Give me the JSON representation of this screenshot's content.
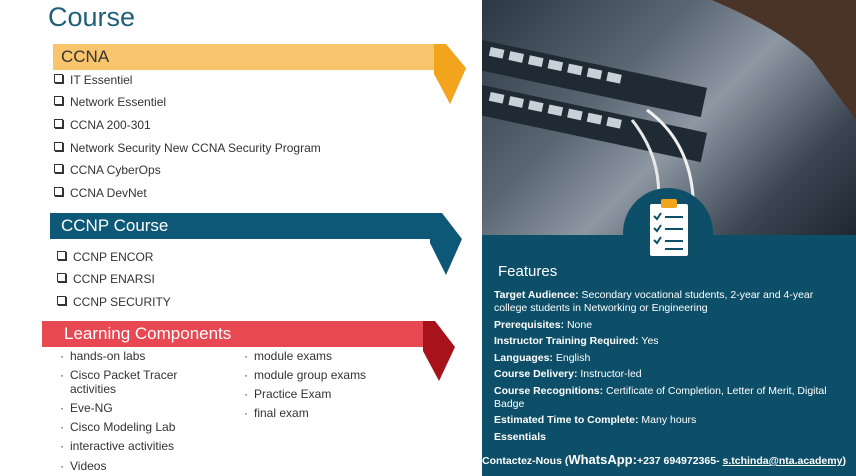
{
  "page": {
    "title": "Course"
  },
  "ccna": {
    "heading": "CCNA",
    "items": [
      "IT Essentiel",
      "Network Essentiel",
      "CCNA 200-301",
      "Network Security New CCNA Security Program",
      "CCNA CyberOps",
      "CCNA DevNet"
    ]
  },
  "ccnp": {
    "heading": "CCNP Course",
    "items": [
      "CCNP ENCOR",
      "CCNP ENARSI",
      "CCNP SECURITY"
    ]
  },
  "learning": {
    "heading": "Learning Components",
    "col1": [
      "hands-on labs",
      "Cisco Packet Tracer activities",
      "Eve-NG",
      "Cisco Modeling Lab",
      "interactive activities",
      "Videos"
    ],
    "col2": [
      "module exams",
      "module group exams",
      "Practice Exam",
      "final exam"
    ]
  },
  "features": {
    "heading": "Features",
    "target_label": "Target Audience:",
    "target_value": "Secondary vocational students, 2-year and 4-year college students in Networking or Engineering",
    "prereq_label": "Prerequisites:",
    "prereq_value": "None",
    "instructor_label": "Instructor Training Required:",
    "instructor_value": "Yes",
    "languages_label": "Languages:",
    "languages_value": "English",
    "delivery_label": "Course Delivery:",
    "delivery_value": "Instructor-led",
    "recog_label": "Course Recognitions:",
    "recog_value": "Certificate of Completion, Letter of Merit, Digital Badge",
    "time_label": "Estimated Time to Complete:",
    "time_value": "Many hours",
    "essentials": "Essentials"
  },
  "contact": {
    "prefix": "Contactez-Nous (",
    "whatsapp": "WhatsApp:",
    "phone": "+237 694972365- ",
    "email": "s.tchinda@nta.academy",
    "suffix": ")"
  },
  "colors": {
    "ccna": "#f8c46c",
    "ccna_arrow": "#f2a41c",
    "ccnp": "#0d5876",
    "learning": "#e84851",
    "learning_arrow": "#a8121a",
    "panel": "#0d4f68"
  }
}
